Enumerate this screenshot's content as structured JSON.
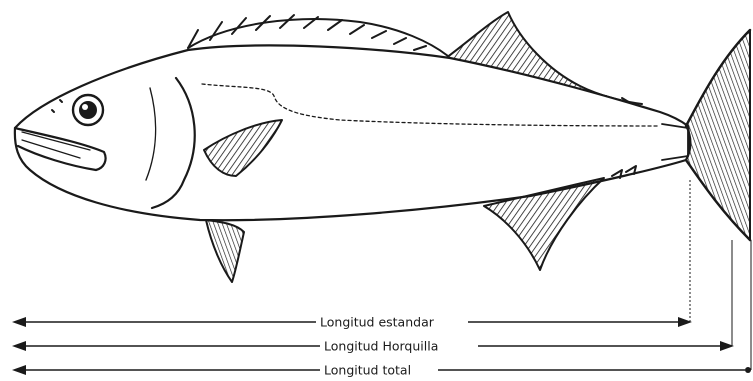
{
  "diagram": {
    "subject": "fish-body-measurements",
    "measurements": [
      {
        "id": "standard",
        "label": "Longitud estandar"
      },
      {
        "id": "fork",
        "label": "Longitud Horquilla"
      },
      {
        "id": "total",
        "label": "Longitud total"
      }
    ],
    "colors": {
      "ink": "#1a1a1a",
      "background": "#ffffff"
    }
  }
}
